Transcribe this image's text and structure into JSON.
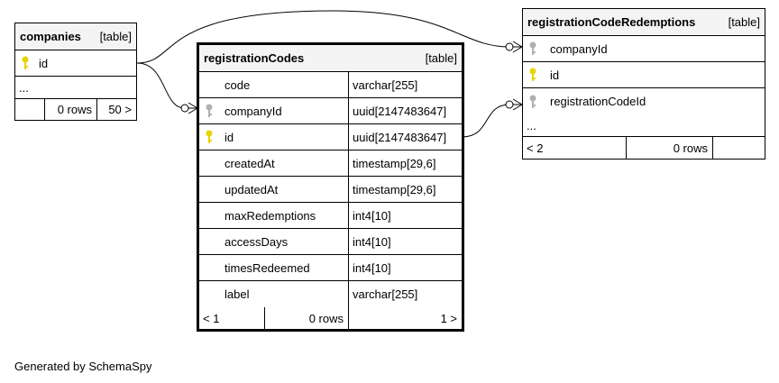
{
  "tables": {
    "companies": {
      "name": "companies",
      "type": "[table]",
      "columns": [
        {
          "name": "id",
          "key": "primary"
        }
      ],
      "ellipsis": "...",
      "footer": {
        "left": "",
        "rows": "0 rows",
        "right": "50 >"
      }
    },
    "registrationCodes": {
      "name": "registrationCodes",
      "type": "[table]",
      "columns": [
        {
          "name": "code",
          "type": "varchar[255]",
          "key": ""
        },
        {
          "name": "companyId",
          "type": "uuid[2147483647]",
          "key": "foreign"
        },
        {
          "name": "id",
          "type": "uuid[2147483647]",
          "key": "primary"
        },
        {
          "name": "createdAt",
          "type": "timestamp[29,6]",
          "key": ""
        },
        {
          "name": "updatedAt",
          "type": "timestamp[29,6]",
          "key": ""
        },
        {
          "name": "maxRedemptions",
          "type": "int4[10]",
          "key": ""
        },
        {
          "name": "accessDays",
          "type": "int4[10]",
          "key": ""
        },
        {
          "name": "timesRedeemed",
          "type": "int4[10]",
          "key": ""
        },
        {
          "name": "label",
          "type": "varchar[255]",
          "key": ""
        }
      ],
      "footer": {
        "left": "< 1",
        "rows": "0 rows",
        "right": "1 >"
      }
    },
    "registrationCodeRedemptions": {
      "name": "registrationCodeRedemptions",
      "type": "[table]",
      "columns": [
        {
          "name": "companyId",
          "key": "foreign"
        },
        {
          "name": "id",
          "key": "primary"
        },
        {
          "name": "registrationCodeId",
          "key": "foreign"
        }
      ],
      "ellipsis": "...",
      "footer": {
        "left": "< 2",
        "rows": "0 rows",
        "right": ""
      }
    }
  },
  "colors": {
    "primary_key": "#e8d400",
    "foreign_key": "#b0b0b0",
    "header_bg": "#f4f4f4"
  },
  "footer_text": "Generated by SchemaSpy"
}
